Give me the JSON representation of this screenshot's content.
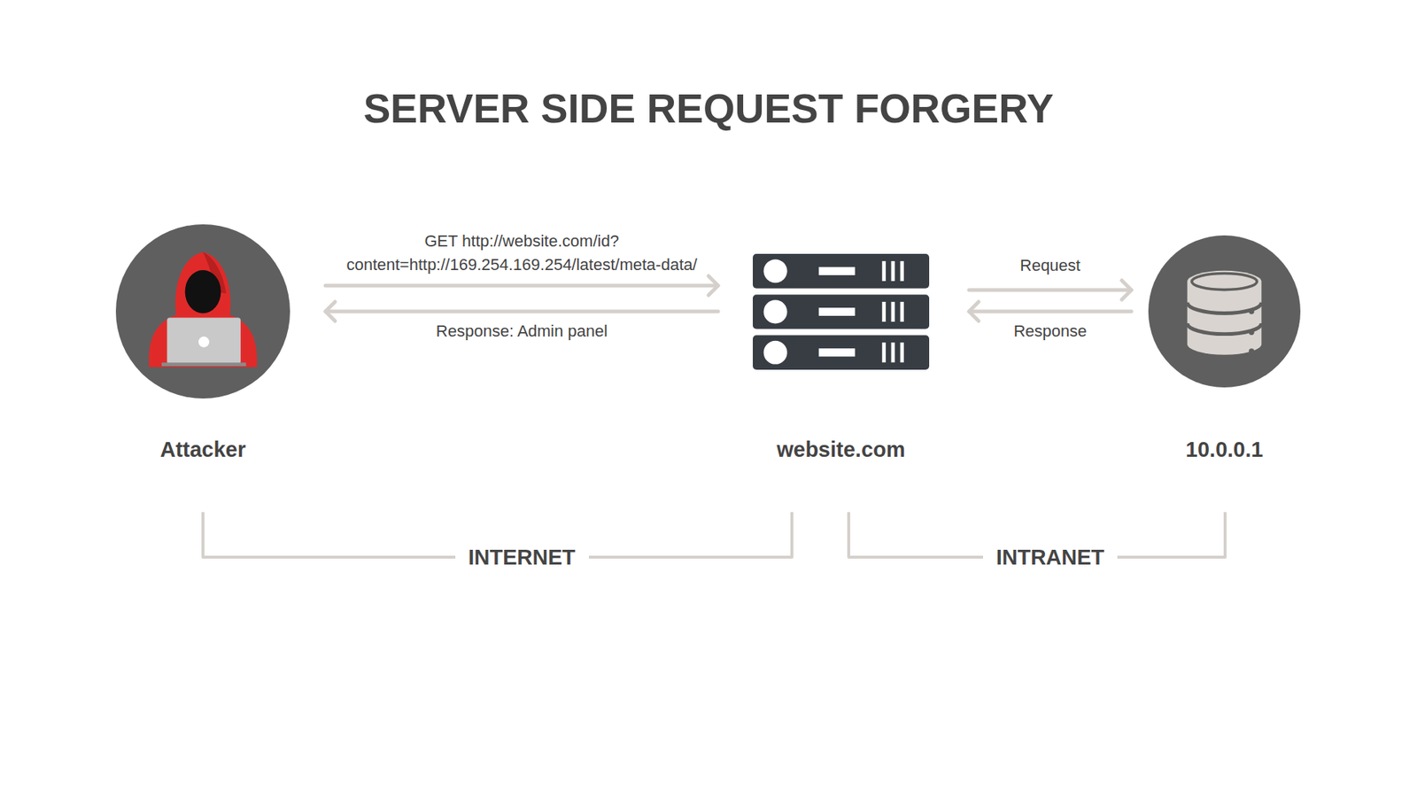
{
  "diagram": {
    "title": "SERVER SIDE REQUEST FORGERY",
    "nodes": [
      {
        "text": [
          "Attacker"
        ]
      },
      {
        "text": [
          "website.com"
        ]
      },
      {
        "text": [
          "10.0.0.1"
        ]
      }
    ],
    "edges": [
      {
        "from": 0,
        "to": 1,
        "arrow": "to",
        "label": "GET http://website.com/id? content=http://169.254.169.254/latest/meta-data/"
      },
      {
        "from": 1,
        "to": 0,
        "arrow": "to",
        "label": "Response: Admin panel"
      },
      {
        "from": 1,
        "to": 2,
        "arrow": "to",
        "label": "Request"
      },
      {
        "from": 2,
        "to": 1,
        "arrow": "to",
        "label": "Response"
      }
    ],
    "labels": [
      "INTERNET",
      "INTRANET"
    ]
  }
}
